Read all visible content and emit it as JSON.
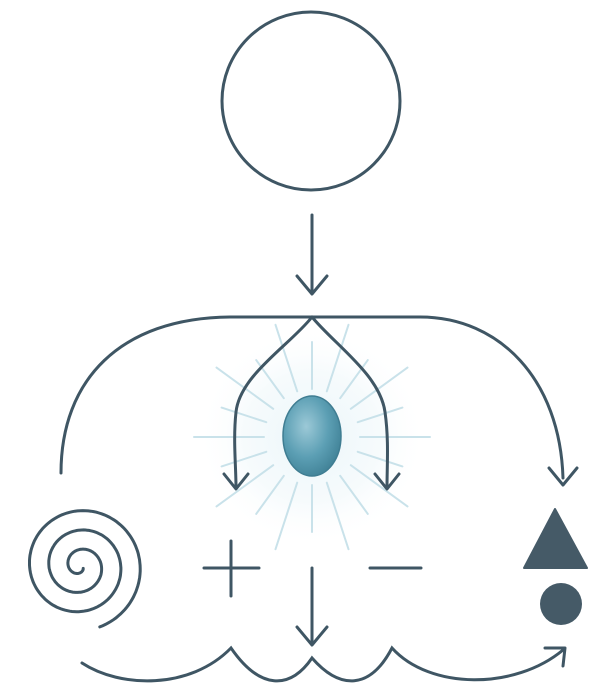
{
  "colors": {
    "background": "#ffffff",
    "stroke": "#3f5664",
    "fill_dark": "#455a67",
    "glow_center": "#5c9fb4",
    "glow_ray": "#cfe6ee"
  },
  "nodes": {
    "top_node": {
      "shape": "circle",
      "filled": false
    },
    "center_node": {
      "shape": "ellipse",
      "filled": true,
      "glow": true
    },
    "left_node": {
      "shape": "spiral",
      "filled": false
    },
    "plus_symbol": {
      "shape": "plus"
    },
    "minus_symbol": {
      "shape": "minus"
    },
    "right_triangle": {
      "shape": "triangle",
      "filled": true
    },
    "right_circle": {
      "shape": "circle",
      "filled": true
    }
  },
  "edges": [
    {
      "from": "top_node",
      "to": "bifurcation_point",
      "style": "arrow"
    },
    {
      "from": "bifurcation_point",
      "to": "left_node",
      "style": "curve"
    },
    {
      "from": "bifurcation_point",
      "to": "right_triangle",
      "style": "arrow"
    },
    {
      "from": "bifurcation_point",
      "to": "center_left",
      "style": "arrow"
    },
    {
      "from": "bifurcation_point",
      "to": "center_right",
      "style": "arrow"
    },
    {
      "from": "center_node",
      "to": "bottom",
      "style": "arrow"
    },
    {
      "from": "left_node",
      "to": "right_circle",
      "style": "wavy-arrow"
    }
  ]
}
